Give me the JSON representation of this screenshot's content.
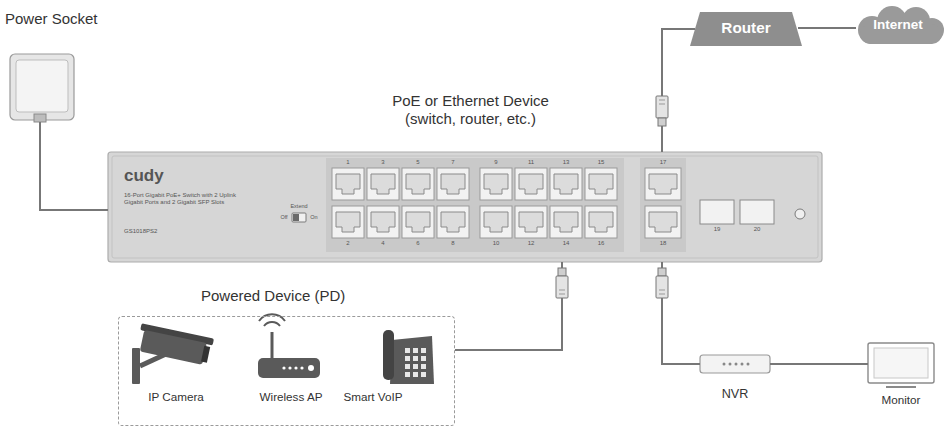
{
  "diagram": {
    "nodes": [
      {
        "text": [
          "Power Socket"
        ]
      },
      {
        "text": [
          "Router"
        ]
      },
      {
        "text": [
          "Internet"
        ]
      },
      {
        "text": [
          "PoE or Ethernet Device (switch, router, etc.)",
          "cudy",
          "16-Port Gigabit PoE+ Switch with 2 Uplink Gigabit Ports and 2 Gigabit SFP Slots",
          "GS1018PS2"
        ]
      },
      {
        "text": [
          "Powered Device (PD)"
        ]
      },
      {
        "text": [
          "IP Camera"
        ],
        "in": 4
      },
      {
        "text": [
          "Wireless AP"
        ],
        "in": 4
      },
      {
        "text": [
          "Smart VoIP"
        ],
        "in": 4
      },
      {
        "text": [
          "NVR"
        ]
      },
      {
        "text": [
          "Monitor"
        ]
      }
    ],
    "edges": [
      {
        "from": 0,
        "to": 3,
        "arrow": "none"
      },
      {
        "from": 1,
        "to": 2,
        "arrow": "none"
      },
      {
        "from": 3,
        "to": 1,
        "arrow": "none"
      },
      {
        "from": 4,
        "to": 3,
        "arrow": "none"
      },
      {
        "from": 3,
        "to": 8,
        "arrow": "none"
      },
      {
        "from": 8,
        "to": 9,
        "arrow": "none"
      }
    ],
    "labels": [
      "1",
      "2",
      "3",
      "4",
      "5",
      "6",
      "7",
      "8",
      "9",
      "10",
      "11",
      "12",
      "13",
      "14",
      "15",
      "16",
      "17",
      "18",
      "19",
      "20",
      "Extend",
      "Off",
      "On"
    ]
  }
}
